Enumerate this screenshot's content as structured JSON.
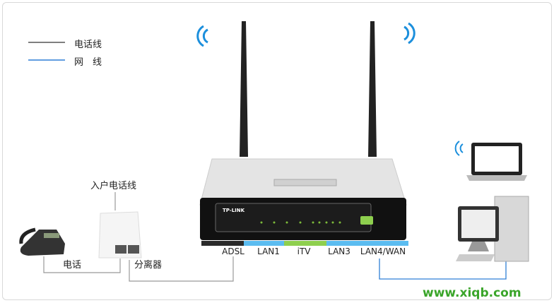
{
  "legend": {
    "phone_line": "电话线",
    "network_line": "网　线",
    "phone_line_color": "#333333",
    "network_line_color": "#2f7fd6"
  },
  "labels": {
    "incoming_line": "入户电话线",
    "phone": "电话",
    "splitter": "分离器"
  },
  "router": {
    "brand": "TP-LINK",
    "ports": [
      {
        "label": "ADSL",
        "color": "#2a2a2a"
      },
      {
        "label": "LAN1",
        "color": "#5bbcf0"
      },
      {
        "label": "iTV",
        "color": "#8ecf4e"
      },
      {
        "label": "LAN3",
        "color": "#5bbcf0"
      },
      {
        "label": "LAN4/WAN",
        "color": "#5bbcf0"
      }
    ]
  },
  "watermark": "www.xiqb.com"
}
